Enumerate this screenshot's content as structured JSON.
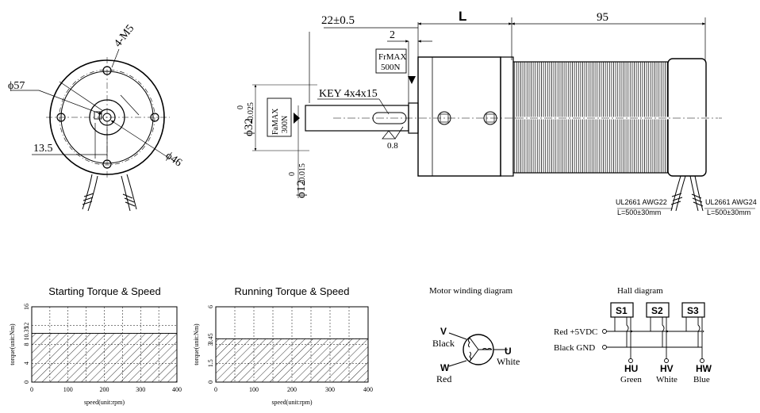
{
  "front_view": {
    "dim_holes": "4-M5",
    "dim_outer": "ϕ57",
    "dim_pcd": "ϕ46",
    "dim_offset": "13.5"
  },
  "side_view": {
    "dim_shaft_len": "22±0.5",
    "dim_L": "L",
    "dim_motor_len": "95",
    "dim_2": "2",
    "frmax_label": "FrMAX",
    "frmax_value": "500N",
    "famax_label": "FaMAX",
    "famax_value": "300N",
    "key_label": "KEY 4x4x15",
    "d32_main": "ϕ32",
    "d32_tol_upper": "0",
    "d32_tol_lower": "-0.025",
    "d12_main": "ϕ12",
    "d12_tol_upper": "0",
    "d12_tol_lower": "-0.015",
    "roughness": "0.8",
    "cable1_line1": "UL2661 AWG22",
    "cable1_line2": "L=500±30mm",
    "cable2_line1": "UL2661 AWG24",
    "cable2_line2": "L=500±30mm"
  },
  "charts": [
    {
      "type": "area",
      "title": "Starting Torque & Speed",
      "xlabel": "speed(unit:rpm)",
      "ylabel": "torque(unit:Nm)",
      "x_ticks": [
        "0",
        "100",
        "200",
        "300",
        "400"
      ],
      "y_ticks": [
        "0",
        "4",
        "8",
        "10.35",
        "12",
        "16"
      ],
      "xlim": [
        0,
        400
      ],
      "ylim": [
        0,
        16
      ],
      "y_tick_values": [
        0,
        4,
        8,
        10.35,
        12,
        16
      ],
      "x_tick_values": [
        0,
        100,
        200,
        300,
        400
      ],
      "series": [
        {
          "x": [
            0,
            400
          ],
          "y": [
            10.35,
            10.35
          ]
        }
      ],
      "grid": true
    },
    {
      "type": "area",
      "title": "Running Torque & Speed",
      "xlabel": "speed(unit:rpm)",
      "ylabel": "torque(unit:Nm)",
      "x_ticks": [
        "0",
        "100",
        "200",
        "300",
        "400"
      ],
      "y_ticks": [
        "0",
        "1.5",
        "3",
        "3.45",
        "6"
      ],
      "xlim": [
        0,
        400
      ],
      "ylim": [
        0,
        6
      ],
      "y_tick_values": [
        0,
        1.5,
        3,
        3.45,
        6
      ],
      "x_tick_values": [
        0,
        100,
        200,
        300,
        400
      ],
      "series": [
        {
          "x": [
            0,
            400
          ],
          "y": [
            3.45,
            3.45
          ]
        }
      ],
      "grid": true
    }
  ],
  "winding": {
    "title": "Motor winding diagram",
    "v_label": "V",
    "v_color": "Black",
    "u_label": "U",
    "u_color": "White",
    "w_label": "W",
    "w_color": "Red"
  },
  "hall": {
    "title": "Hall diagram",
    "s1": "S1",
    "s2": "S2",
    "s3": "S3",
    "red_line": "Red  +5VDC",
    "black_line": "Black  GND",
    "hu": "HU",
    "hv": "HV",
    "hw": "HW",
    "hu_color": "Green",
    "hv_color": "White",
    "hw_color": "Blue"
  }
}
